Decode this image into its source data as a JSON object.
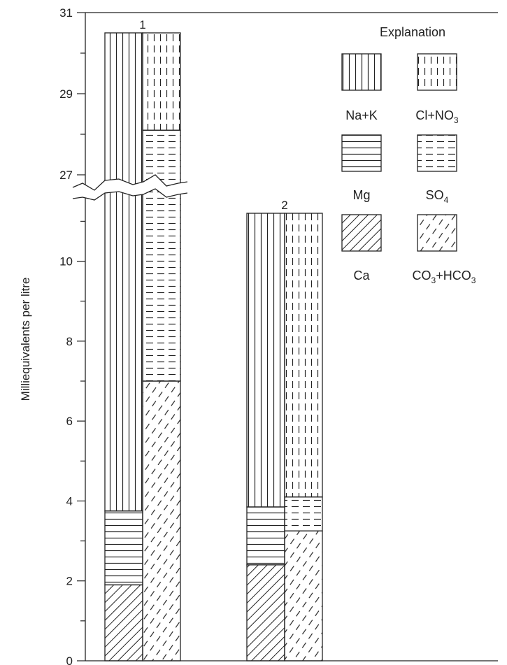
{
  "chart_data": {
    "type": "bar",
    "stacked": true,
    "title": "",
    "ylabel": "Milliequivalents per litre",
    "xlabel": "",
    "ylim": [
      0,
      31
    ],
    "axis_break": {
      "from": 11.2,
      "to": 27
    },
    "lower_ticks": [
      "0",
      "2",
      "4",
      "6",
      "8",
      "10"
    ],
    "upper_ticks": [
      "27",
      "29",
      "31"
    ],
    "samples": [
      {
        "label": "1",
        "cations": [
          {
            "name": "Ca",
            "value": 1.9
          },
          {
            "name": "Mg",
            "value": 1.85
          },
          {
            "name": "Na+K",
            "value": 26.75
          }
        ],
        "anions": [
          {
            "name": "CO3+HCO3",
            "value": 7.0
          },
          {
            "name": "SO4",
            "value": 21.1
          },
          {
            "name": "Cl+NO3",
            "value": 2.4
          }
        ],
        "cation_total": 30.5,
        "anion_total": 30.5
      },
      {
        "label": "2",
        "cations": [
          {
            "name": "Ca",
            "value": 2.4
          },
          {
            "name": "Mg",
            "value": 1.45
          },
          {
            "name": "Na+K",
            "value": 7.35
          }
        ],
        "anions": [
          {
            "name": "CO3+HCO3",
            "value": 3.25
          },
          {
            "name": "SO4",
            "value": 0.85
          },
          {
            "name": "Cl+NO3",
            "value": 7.1
          }
        ],
        "cation_total": 11.2,
        "anion_total": 11.2
      }
    ],
    "legend": {
      "title": "Explanation",
      "placement": "top-right",
      "entries": [
        {
          "name": "Na+K",
          "main": "Na+K",
          "sub": "",
          "pattern": "vertical-solid"
        },
        {
          "name": "Cl+NO3",
          "main": "Cl+NO",
          "sub": "3",
          "pattern": "vertical-dashed"
        },
        {
          "name": "Mg",
          "main": "Mg",
          "sub": "",
          "pattern": "horizontal-solid"
        },
        {
          "name": "SO4",
          "main": "SO",
          "sub": "4",
          "pattern": "horizontal-dashed"
        },
        {
          "name": "Ca",
          "main": "Ca",
          "sub": "",
          "pattern": "diagonal-solid"
        },
        {
          "name": "CO3+HCO3",
          "main": "",
          "sub": "",
          "pattern": "diagonal-dashed"
        }
      ],
      "co3_label_parts": [
        "CO",
        "3",
        "+HCO",
        "3"
      ]
    },
    "colors": {
      "ink": "#222222",
      "background": "#ffffff"
    }
  }
}
